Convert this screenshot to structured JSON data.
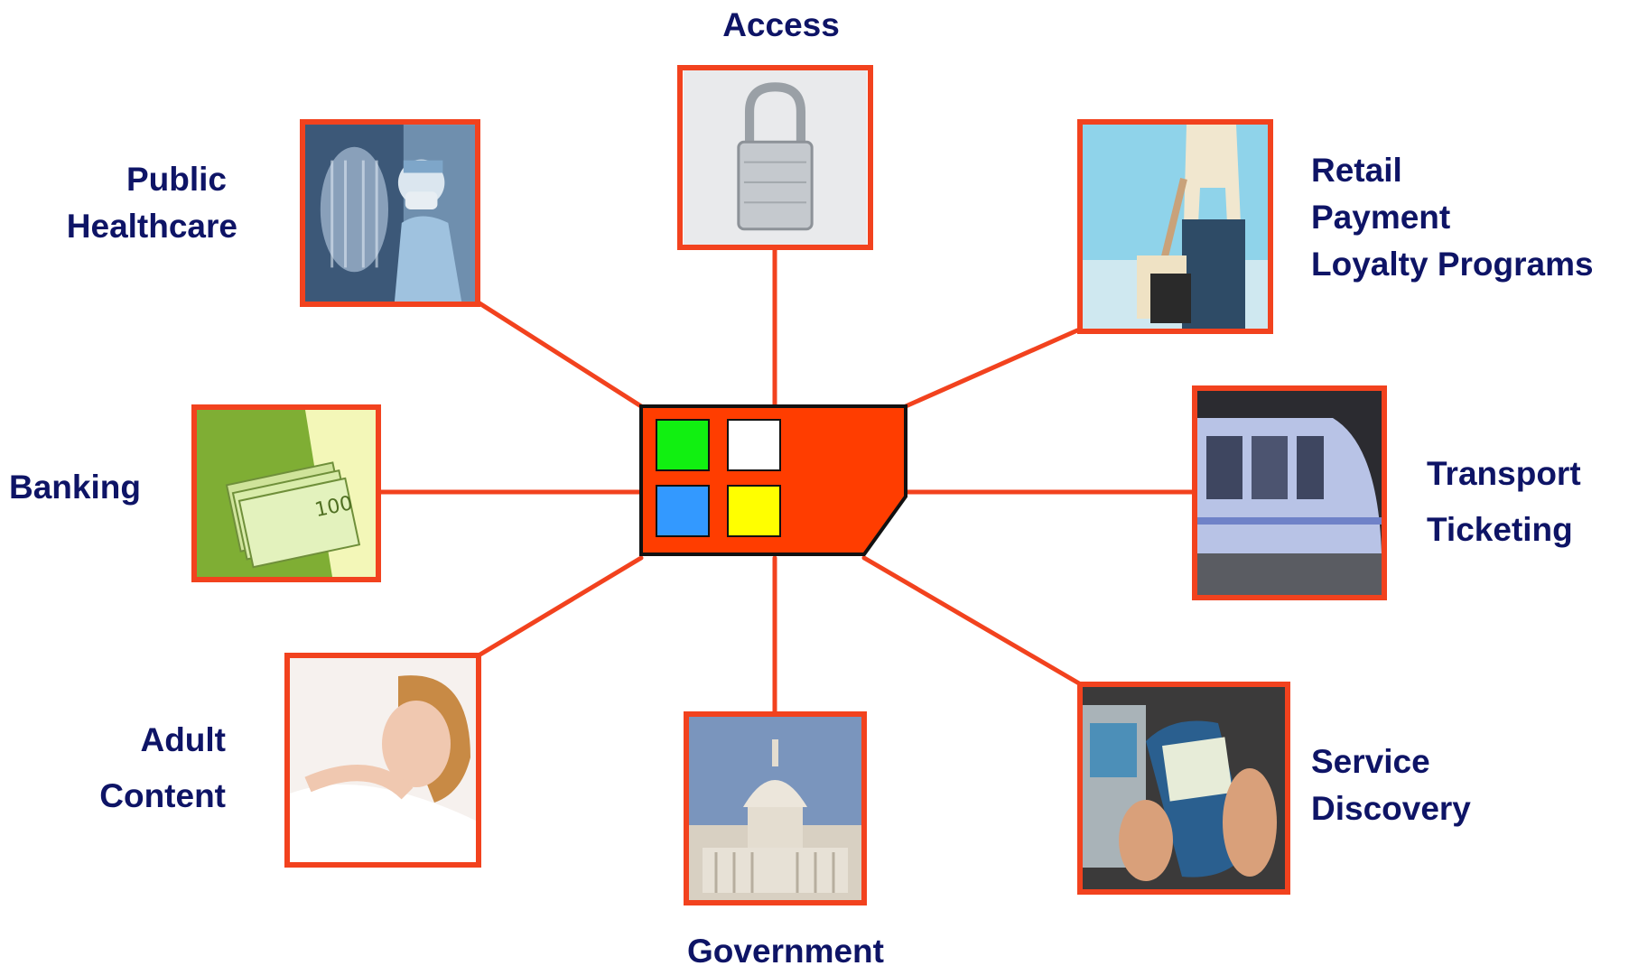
{
  "diagram": {
    "hub": {
      "name": "smart-card-chip",
      "colors": {
        "card": "#ff3d00",
        "border": "#111111",
        "app_tiles": [
          "#11f011",
          "#ffffff",
          "#3399ff",
          "#ffff00"
        ]
      }
    },
    "connector_color": "#f2421e",
    "frame_color": "#f2421e",
    "label_color": "#0e1466",
    "sectors": {
      "access": {
        "lines": [
          "Access"
        ],
        "icon": "padlock-icon"
      },
      "healthcare": {
        "lines": [
          "Public",
          "Healthcare"
        ],
        "icon": "xray-doctor-icon"
      },
      "retail": {
        "lines": [
          "Retail",
          "Payment",
          "Loyalty Programs"
        ],
        "icon": "shopper-icon"
      },
      "banking": {
        "lines": [
          "Banking"
        ],
        "icon": "euro-banknotes-icon"
      },
      "transport": {
        "lines": [
          "Transport",
          "Ticketing"
        ],
        "icon": "train-icon"
      },
      "adult": {
        "lines": [
          "Adult",
          "Content"
        ],
        "icon": "portrait-icon"
      },
      "government": {
        "lines": [
          "Government"
        ],
        "icon": "capitol-building-icon"
      },
      "service": {
        "lines": [
          "Service",
          "Discovery"
        ],
        "icon": "nfc-phone-icon"
      }
    }
  }
}
